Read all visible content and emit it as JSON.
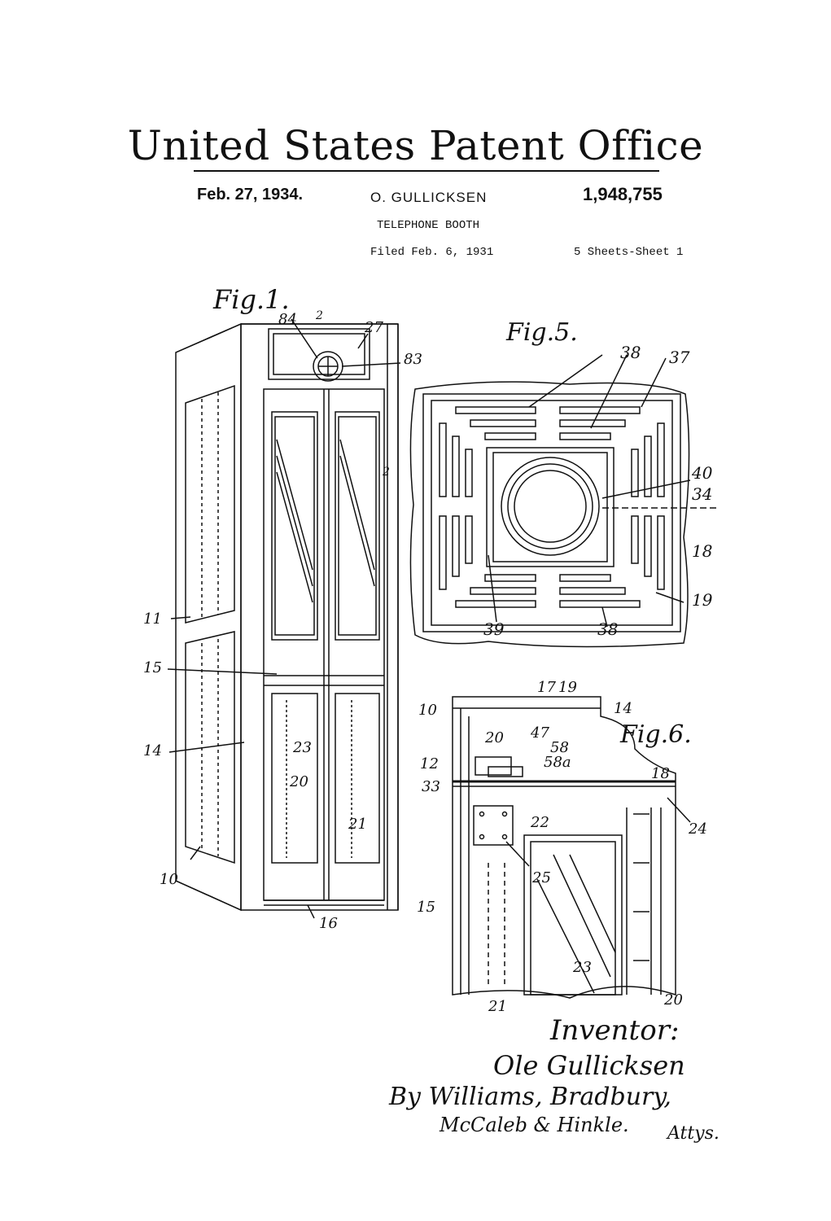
{
  "header": {
    "office": "United States Patent Office",
    "date": "Feb. 27, 1934.",
    "inventor": "O. GULLICKSEN",
    "patent_number": "1,948,755",
    "title": "TELEPHONE BOOTH",
    "filed": "Filed Feb. 6, 1931",
    "sheets": "5 Sheets-Sheet 1"
  },
  "figures": {
    "fig1": {
      "label": "Fig.1.",
      "refs": {
        "r84": "84",
        "r2a": "2",
        "r27": "27",
        "r83": "83",
        "r2b": "2",
        "r11": "11",
        "r15": "15",
        "r14": "14",
        "r23": "23",
        "r20": "20",
        "r21": "21",
        "r10": "10",
        "r16": "16"
      }
    },
    "fig5": {
      "label": "Fig.5.",
      "refs": {
        "r38a": "38",
        "r37": "37",
        "r40": "40",
        "r34": "34",
        "r18": "18",
        "r19": "19",
        "r39": "39",
        "r38b": "38"
      }
    },
    "fig6": {
      "label": "Fig.6.",
      "refs": {
        "r17": "17",
        "r19": "19",
        "r10": "10",
        "r14": "14",
        "r20a": "20",
        "r47": "47",
        "r58": "58",
        "r58a": "58a",
        "r12": "12",
        "r33": "33",
        "r18": "18",
        "r22": "22",
        "r24": "24",
        "r25": "25",
        "r15": "15",
        "r23": "23",
        "r21": "21",
        "r20b": "20"
      }
    }
  },
  "signature": {
    "inventor_label": "Inventor:",
    "inventor_name": "Ole Gullicksen",
    "attorneys_line1": "By Williams, Bradbury,",
    "attorneys_line2": "McCaleb & Hinkle.",
    "attys": "Attys."
  }
}
